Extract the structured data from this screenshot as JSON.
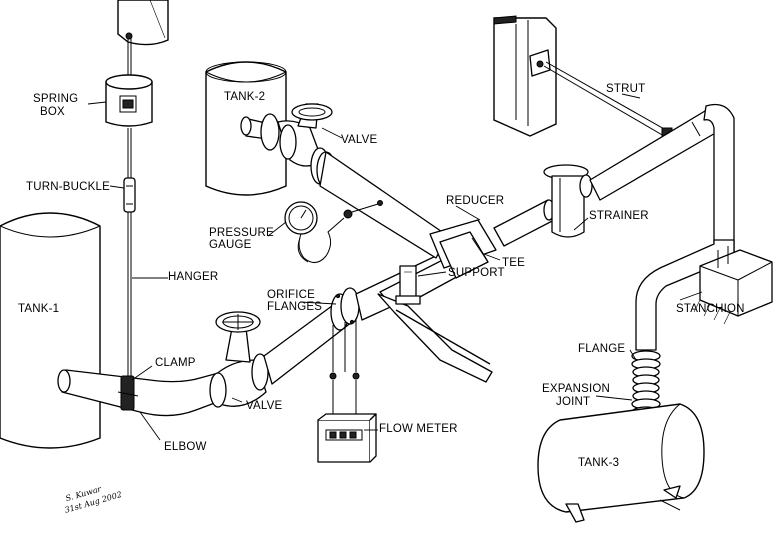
{
  "labels": {
    "spring_box": [
      "SPRING",
      "BOX"
    ],
    "turn_buckle": "TURN-BUCKLE",
    "hanger": "HANGER",
    "tank1": "TANK-1",
    "clamp": "CLAMP",
    "elbow": "ELBOW",
    "tank2": "TANK-2",
    "valve_top": "VALVE",
    "pressure_gauge": [
      "PRESSURE",
      "GAUGE"
    ],
    "orifice_flanges": [
      "ORIFICE",
      "FLANGES"
    ],
    "valve_bottom": "VALVE",
    "flow_meter": "FLOW METER",
    "support": "SUPPORT",
    "reducer": "REDUCER",
    "tee": "TEE",
    "strainer": "STRAINER",
    "strut": "STRUT",
    "stanchion": "STANCHION",
    "flange": "FLANGE",
    "expansion_joint": [
      "EXPANSION",
      "JOINT"
    ],
    "tank3": "TANK-3"
  },
  "signature": [
    "S. Kuwar",
    "31st Aug 2002"
  ]
}
